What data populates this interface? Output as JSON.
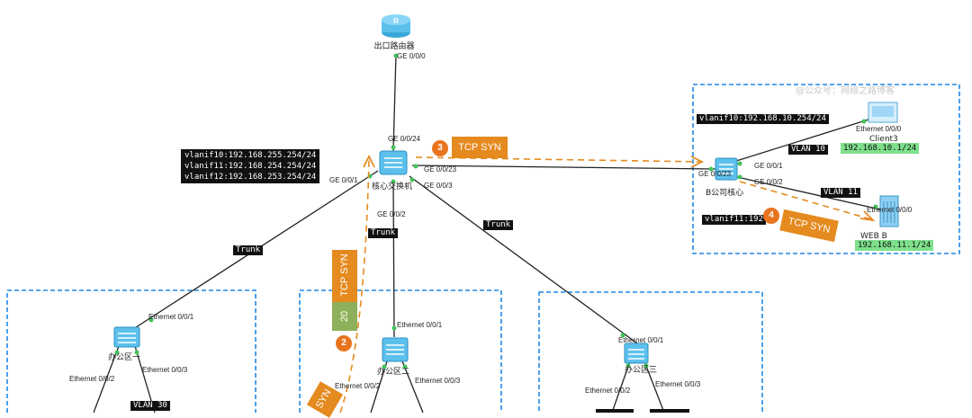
{
  "nodes": {
    "router": {
      "label": "出口路由器",
      "port_down": "GE 0/0/0"
    },
    "core": {
      "label": "核心交换机",
      "ports": {
        "up": "GE 0/0/24",
        "left": "GE 0/0/1",
        "down": "GE 0/0/2",
        "right_down": "GE 0/0/3",
        "right": "GE 0/0/23"
      }
    },
    "core_ips": [
      "vlanif10:192.168.255.254/24",
      "vlanif11:192.168.254.254/24",
      "vlanif12:192.168.253.254/24"
    ],
    "b_core": {
      "label": "B公司核心",
      "ports": {
        "left": "GE 0/0/23",
        "up": "GE 0/0/1",
        "down": "GE 0/0/2"
      }
    },
    "b_vlanif10": "vlanif10:192.168.10.254/24",
    "b_vlanif11": "vlanif11:192",
    "client3": {
      "label": "Client3",
      "port": "Ethernet 0/0/0",
      "ip": "192.168.10.1/24",
      "vlan": "VLAN 10"
    },
    "web_b": {
      "label": "WEB B",
      "port": "Ethernet 0/0/0",
      "ip": "192.168.11.1/24",
      "vlan": "VLAN 11"
    },
    "office1": {
      "label": "办公区一",
      "port_up": "Ethernet 0/0/1",
      "port_left": "Ethernet 0/0/2",
      "port_right": "Ethernet 0/0/3",
      "vlan": "VLAN 30"
    },
    "office2": {
      "label": "办公区二",
      "port_up": "Ethernet 0/0/1",
      "port_left": "Ethernet 0/0/2",
      "port_right": "Ethernet 0/0/3"
    },
    "office3": {
      "label": "办公区三",
      "port_up": "Ethernet 0/0/1",
      "port_left": "Ethernet 0/0/2",
      "port_right": "Ethernet 0/0/3"
    }
  },
  "links": {
    "trunk": "Trunk"
  },
  "packets": {
    "step2": {
      "num": "2",
      "proto": "TCP SYN",
      "port": "20"
    },
    "step3": {
      "num": "3",
      "proto": "TCP SYN"
    },
    "step4": {
      "num": "4",
      "proto": "TCP SYN"
    },
    "bottom": {
      "proto": "SYN"
    }
  },
  "watermark": "@公众号：网络之路博客",
  "colors": {
    "dashed_box": "#1e88e5",
    "packet": "#e58a1f",
    "port_green": "#7ee08b",
    "link_dot": "#43c25a"
  }
}
